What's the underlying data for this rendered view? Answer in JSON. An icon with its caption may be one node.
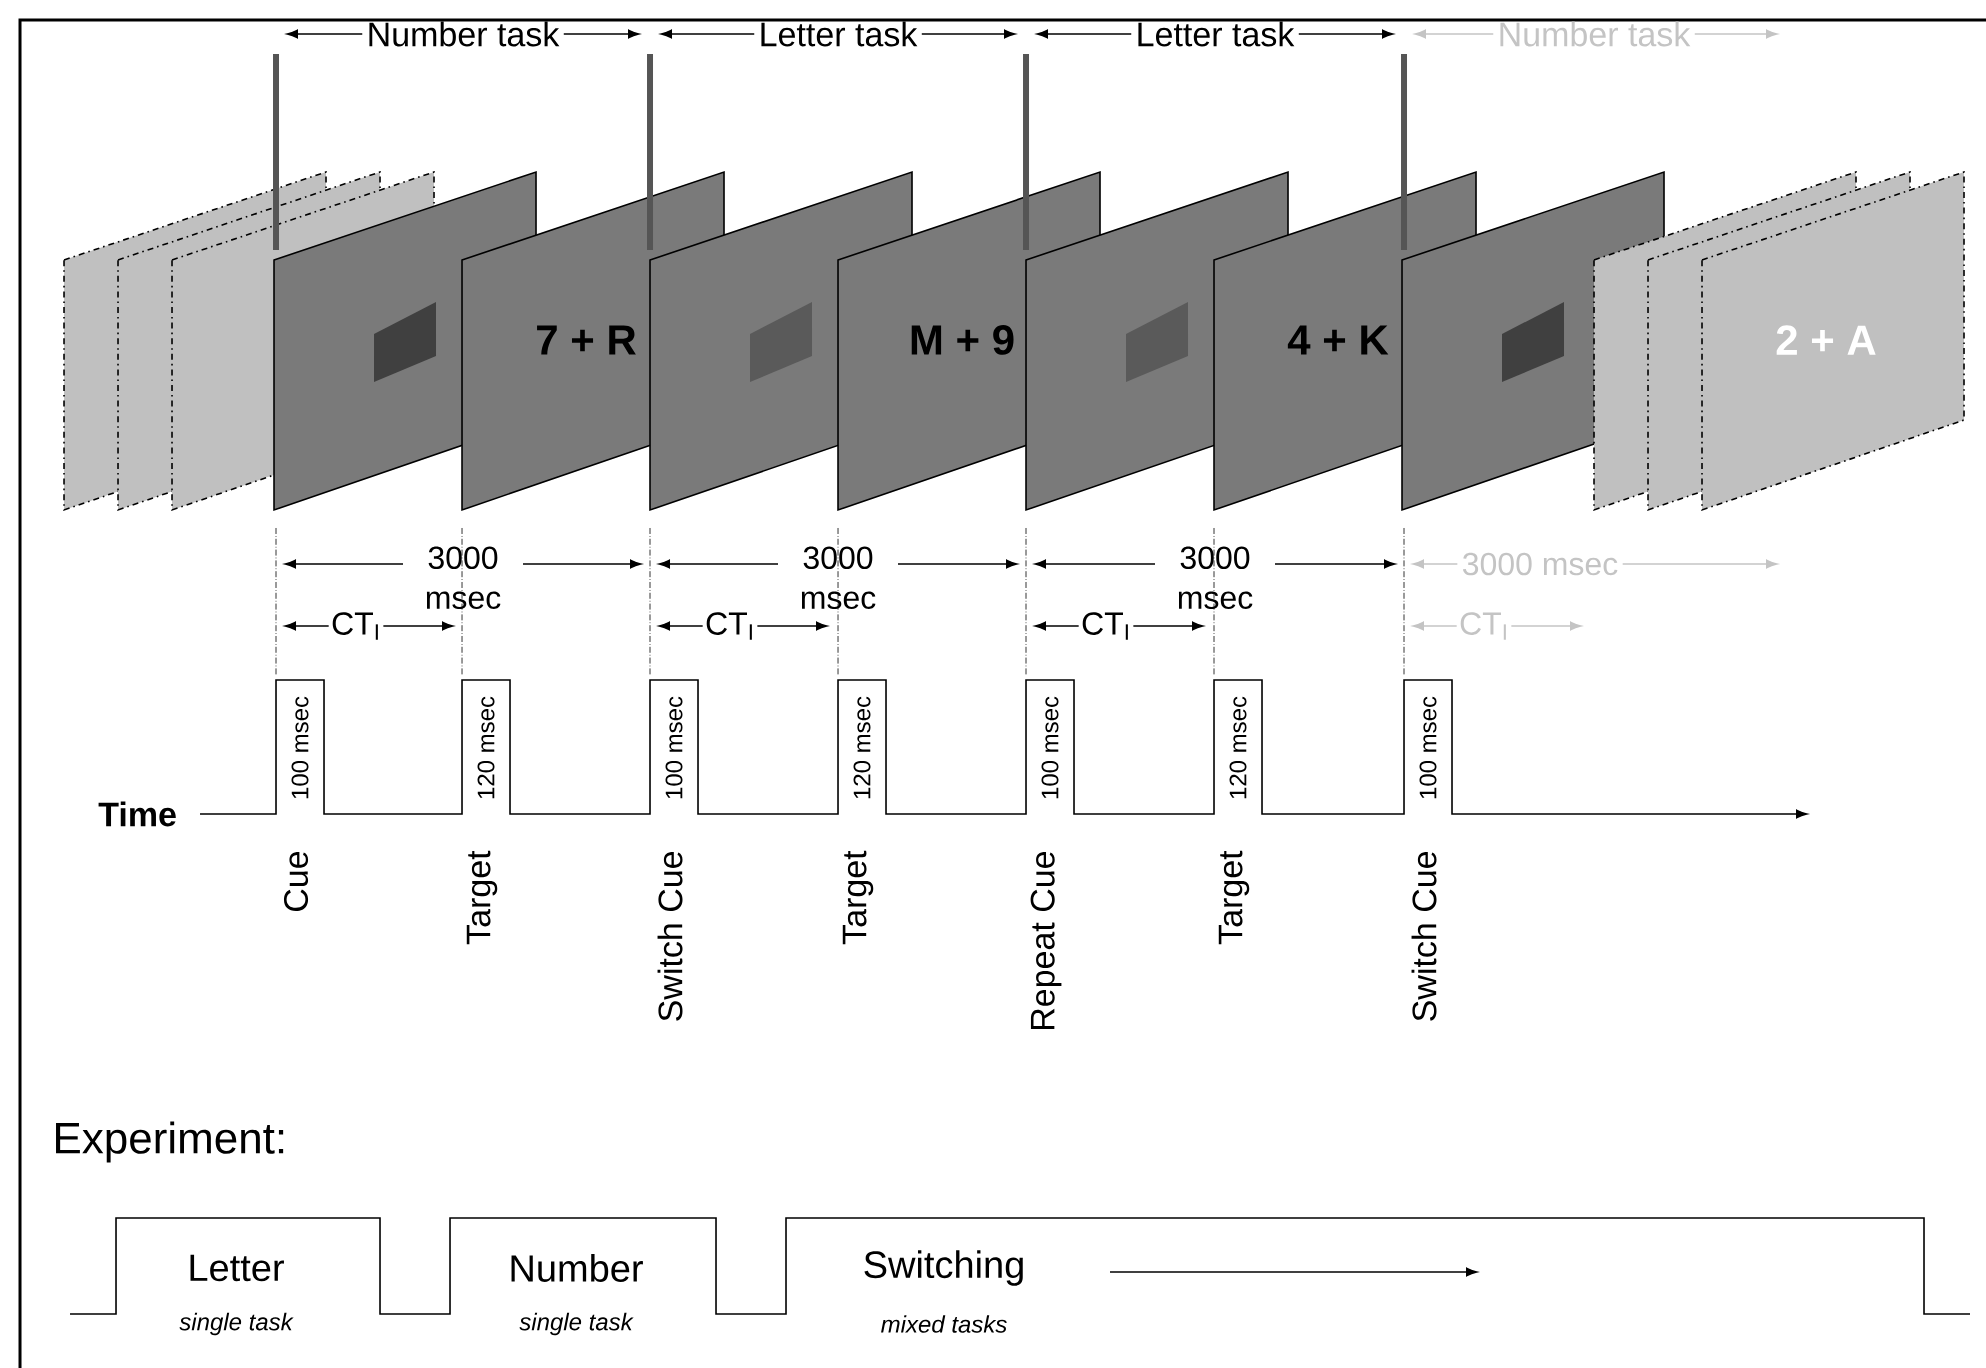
{
  "diagram": {
    "nodes": [
      {
        "text": [],
        "shape": "box"
      },
      {
        "text": [],
        "shape": "box"
      },
      {
        "text": [],
        "shape": "box"
      },
      {
        "text": [],
        "shape": "box"
      },
      {
        "text": [
          "7 + R"
        ]
      },
      {
        "text": [],
        "shape": "box"
      },
      {
        "text": [
          "M + 9"
        ]
      },
      {
        "text": [],
        "shape": "box"
      },
      {
        "text": [
          "4 + K"
        ]
      },
      {
        "text": [],
        "shape": "box"
      },
      {
        "text": [],
        "shape": "box"
      },
      {
        "text": [],
        "shape": "box"
      },
      {
        "text": [
          "2 + A"
        ]
      },
      {
        "text": [
          "Letter"
        ],
        "beside": [
          "single task"
        ]
      },
      {
        "text": [
          "Number"
        ],
        "beside": [
          "single task"
        ]
      },
      {
        "text": [
          "Switching"
        ],
        "beside": [
          "mixed tasks"
        ]
      }
    ],
    "labels": [
      "Number task",
      "Letter task",
      "Letter task",
      "Number task",
      "3000 msec",
      "3000 msec",
      "3000 msec",
      "3000 msec",
      "CT$_{I}$",
      "CT$_{I}$",
      "CT$_{I}$",
      "CT$_{I}$",
      "100 msec",
      "120 msec",
      "100 msec",
      "120 msec",
      "100 msec",
      "120 msec",
      "100 msec",
      "Time",
      "Cue",
      "Target",
      "Switch Cue",
      "Target",
      "Repeat Cue",
      "Target",
      "Switch Cue",
      "Experiment:"
    ]
  }
}
